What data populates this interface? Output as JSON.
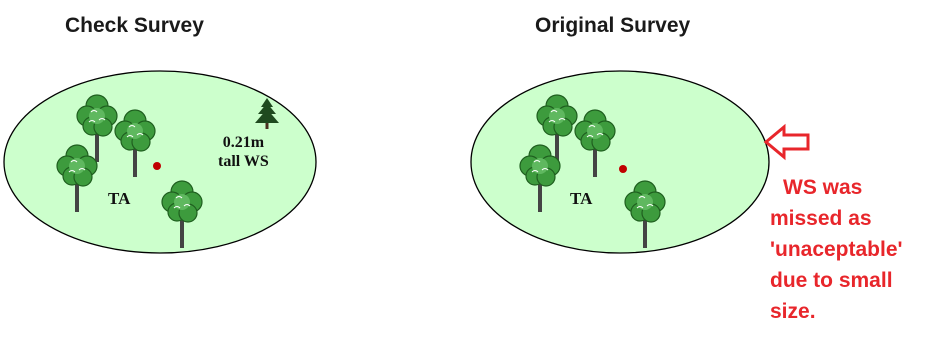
{
  "check_panel": {
    "title": "Check Survey",
    "center_label": "TA",
    "ws_label_line1": "0.21m",
    "ws_label_line2": "tall WS"
  },
  "original_panel": {
    "title": "Original Survey",
    "center_label": "TA"
  },
  "annotation": {
    "line1": "WS was",
    "line2": "missed as",
    "line3": "'unaceptable'",
    "line4": "due to small",
    "line5": "size."
  },
  "colors": {
    "plot_fill": "#ccffcc",
    "plot_stroke": "#000000",
    "center_dot": "#c00000",
    "arrow": "#e8262b",
    "annotation_text": "#e8262b",
    "tree_leaf": "#2f8f2f",
    "tree_trunk": "#444444"
  }
}
